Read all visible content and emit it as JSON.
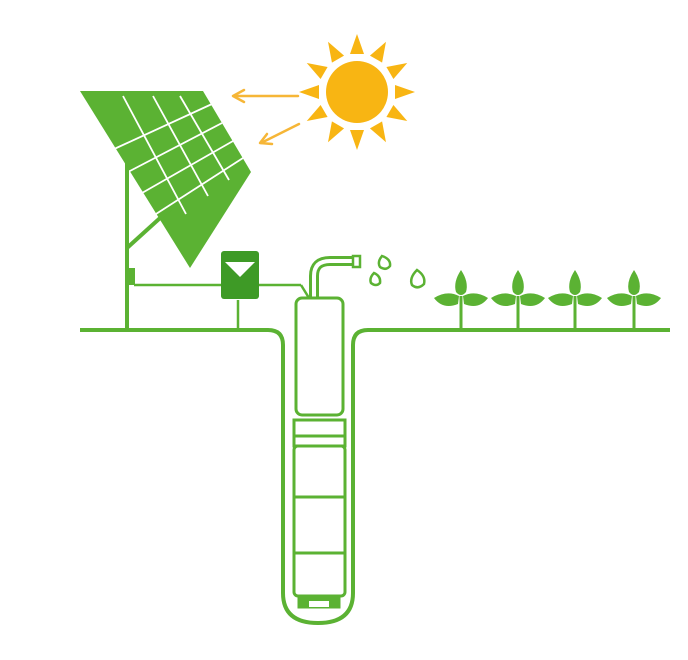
{
  "diagram": {
    "colors": {
      "green": "#5bb233",
      "dark_green": "#3e9a26",
      "panel_line": "#ffffff",
      "sun_fill": "#f8b513",
      "sun_ray": "#f8b513",
      "arrow": "#f6b637",
      "background": "#ffffff"
    },
    "components": [
      {
        "id": "sun",
        "icon": "sun-icon"
      },
      {
        "id": "solar-panel",
        "icon": "solar-panel-icon"
      },
      {
        "id": "controller",
        "icon": "controller-box-icon"
      },
      {
        "id": "borehole",
        "icon": "borehole-icon"
      },
      {
        "id": "submersible-pump",
        "icon": "pump-icon"
      },
      {
        "id": "outlet-pipe",
        "icon": "pipe-icon"
      },
      {
        "id": "water-drops",
        "icon": "water-drop-icon"
      },
      {
        "id": "plants",
        "icon": "sprout-icon",
        "count": 4
      }
    ]
  }
}
